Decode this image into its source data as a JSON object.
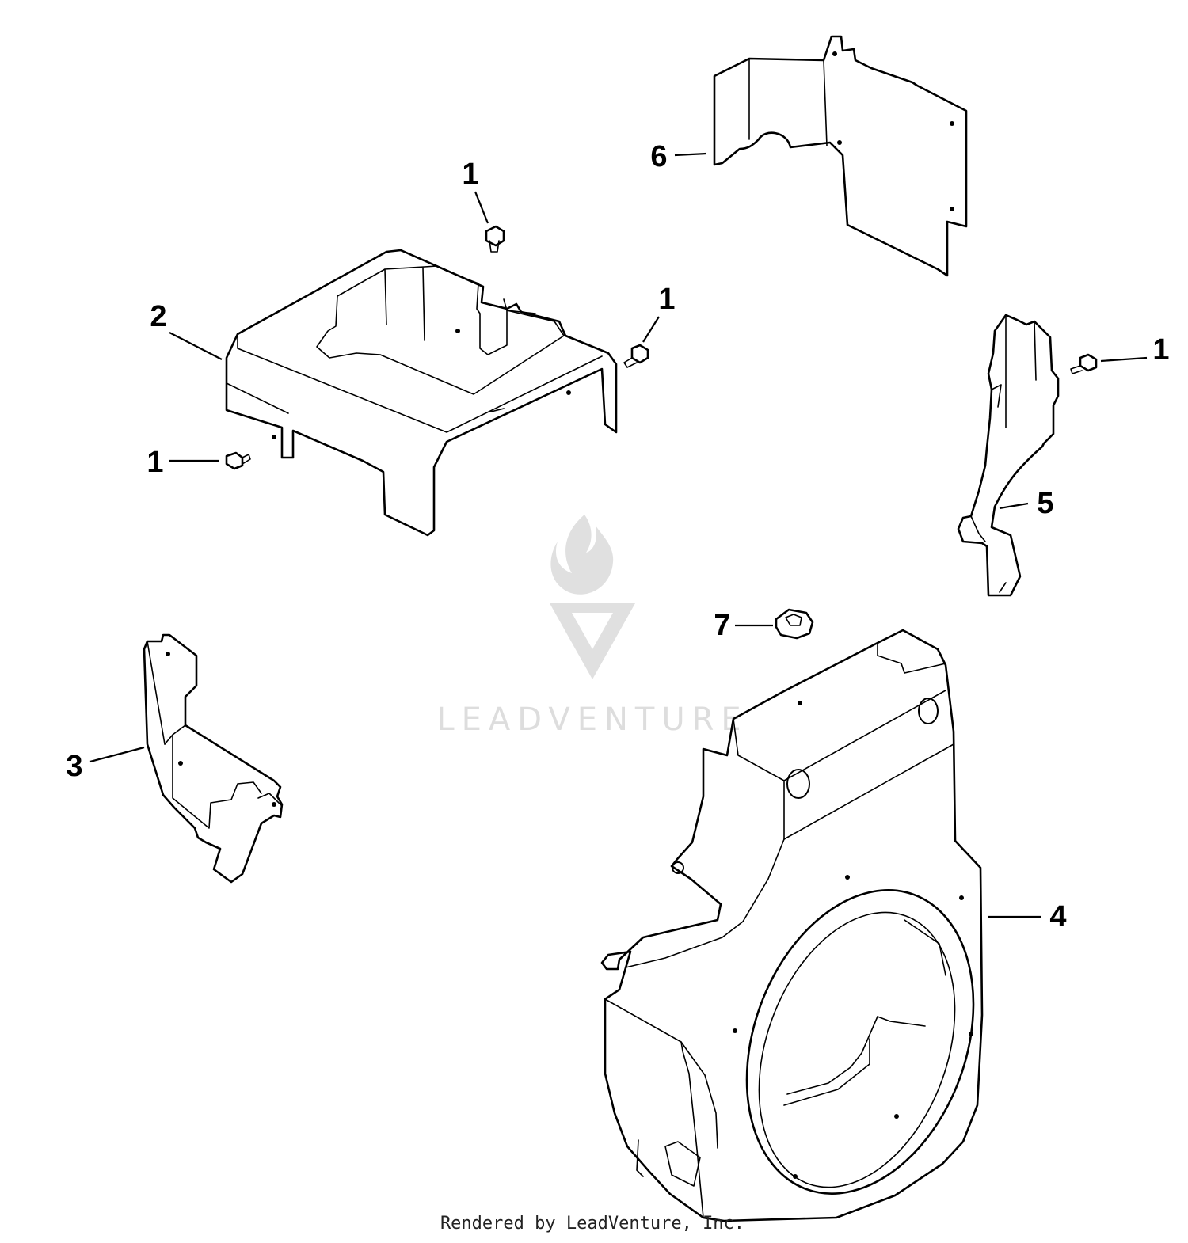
{
  "callouts": {
    "c1_top": "1",
    "c1_right_of_part2": "1",
    "c1_left": "1",
    "c1_far_right": "1",
    "c2": "2",
    "c3": "3",
    "c4": "4",
    "c5": "5",
    "c6": "6",
    "c7": "7"
  },
  "watermark": {
    "brand": "LEADVENTURE"
  },
  "footer": {
    "rendered_by": "Rendered by LeadVenture, Inc."
  }
}
